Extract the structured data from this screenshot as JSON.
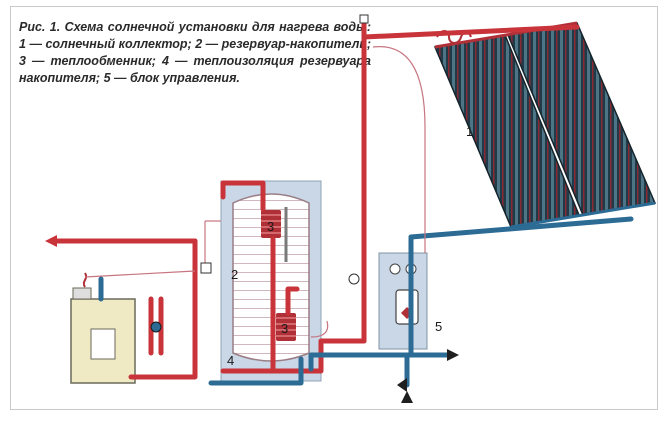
{
  "figure": {
    "caption": "Рис. 1. Схема солнечной установки для нагрева воды: 1 — солнечный коллектор; 2 — резервуар-накопитель; 3 — теплообменник; 4 — теплоизоляция резервуара накопителя; 5 — блок управления.",
    "labels": {
      "collector": "1",
      "tank": "2",
      "exchanger_top": "3",
      "exchanger_bottom": "3",
      "insulation": "4",
      "control_unit": "5"
    }
  },
  "colors": {
    "hot_pipe": "#c8343a",
    "cold_pipe": "#2b6b94",
    "insulation": "#c9d7e6",
    "collector": "#1f3340",
    "boiler": "#efe9c4"
  }
}
